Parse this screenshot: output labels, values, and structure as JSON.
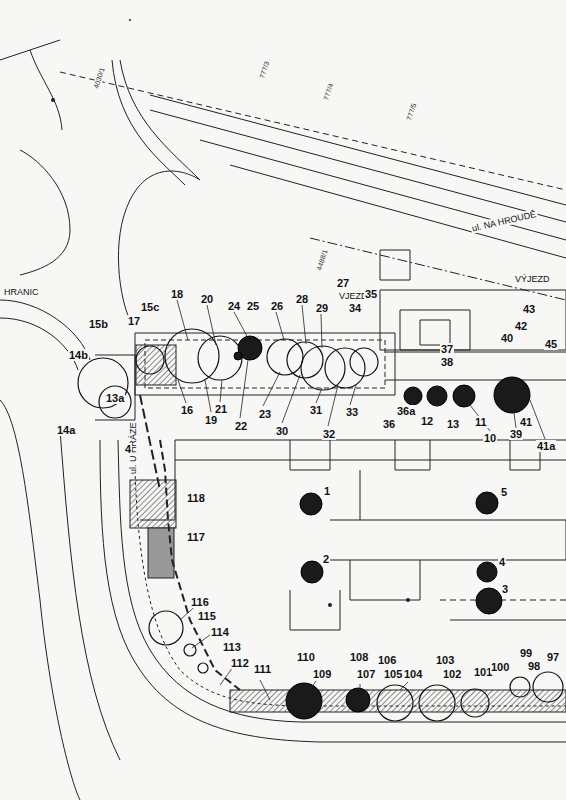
{
  "diagram": {
    "labels": [
      "ul. NA HROUDĚ",
      "VÝJEZD",
      "HRANIC",
      "ul. U HRÁZE",
      "VJEZD",
      "777/3",
      "777/4",
      "777/5",
      "4030/1",
      "4488/1",
      "18",
      "20",
      "24",
      "25",
      "26",
      "28",
      "29",
      "27",
      "35",
      "34",
      "15c",
      "17",
      "15b",
      "14b",
      "14a",
      "13a",
      "21",
      "19",
      "16",
      "22",
      "23",
      "31",
      "33",
      "30",
      "32",
      "4",
      "37",
      "38",
      "36a",
      "36",
      "12",
      "13",
      "11",
      "10",
      "39",
      "41",
      "41a",
      "40",
      "42",
      "43",
      "45",
      "1",
      "5",
      "4",
      "3",
      "2",
      "118",
      "117",
      "116",
      "115",
      "114",
      "113",
      "112",
      "111",
      "110",
      "109",
      "108",
      "107",
      "106",
      "105",
      "104",
      "103",
      "102",
      "101",
      "100",
      "99",
      "98",
      "97"
    ]
  }
}
